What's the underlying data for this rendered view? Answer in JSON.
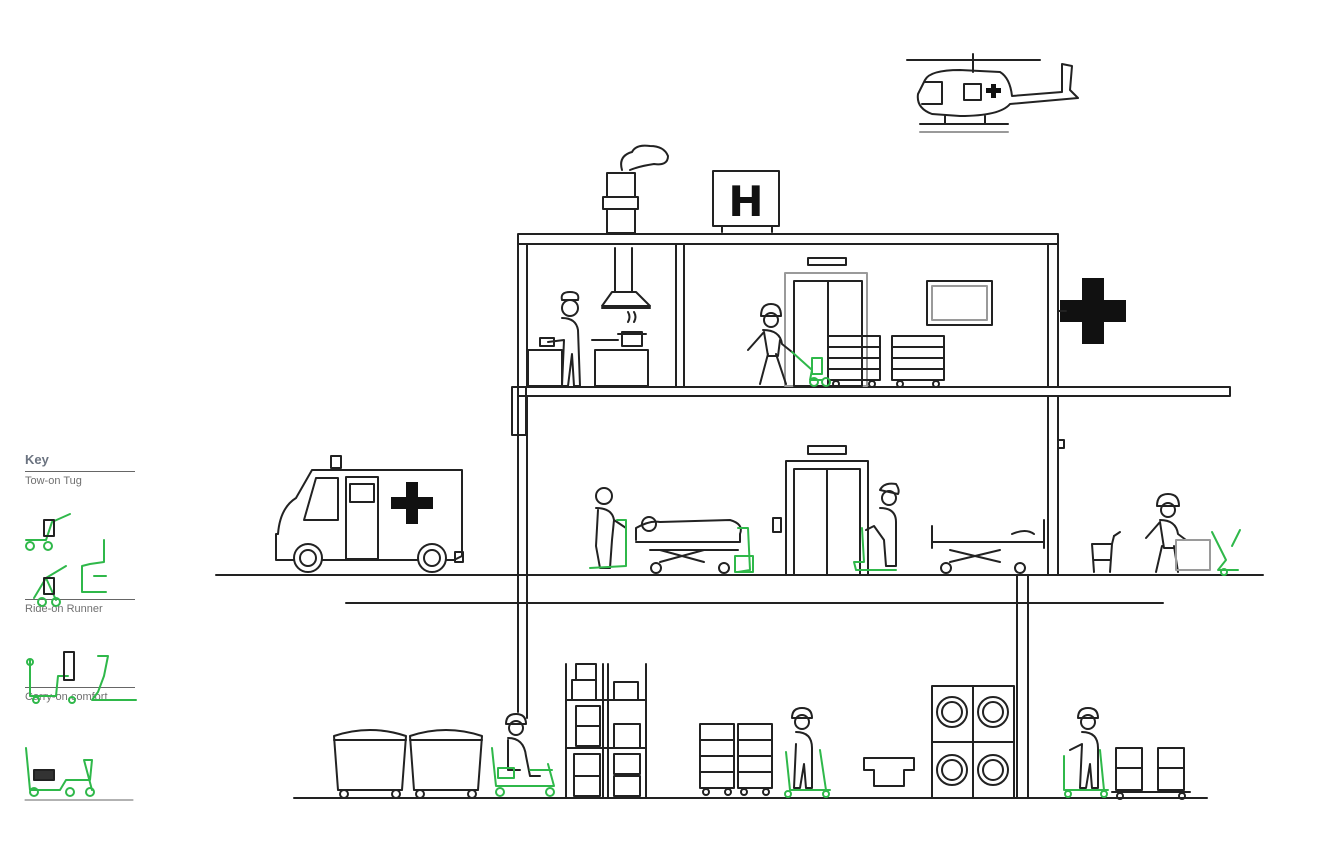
{
  "key": {
    "title": "Key",
    "items": [
      {
        "label": "Tow-on Tug"
      },
      {
        "label": "Ride-on Runner"
      },
      {
        "label": "Carry-on comfort"
      }
    ]
  },
  "signs": {
    "helipad_letter": "H"
  },
  "colors": {
    "line": "#222222",
    "accent": "#2fb84a",
    "grey": "#9a9a9a"
  }
}
